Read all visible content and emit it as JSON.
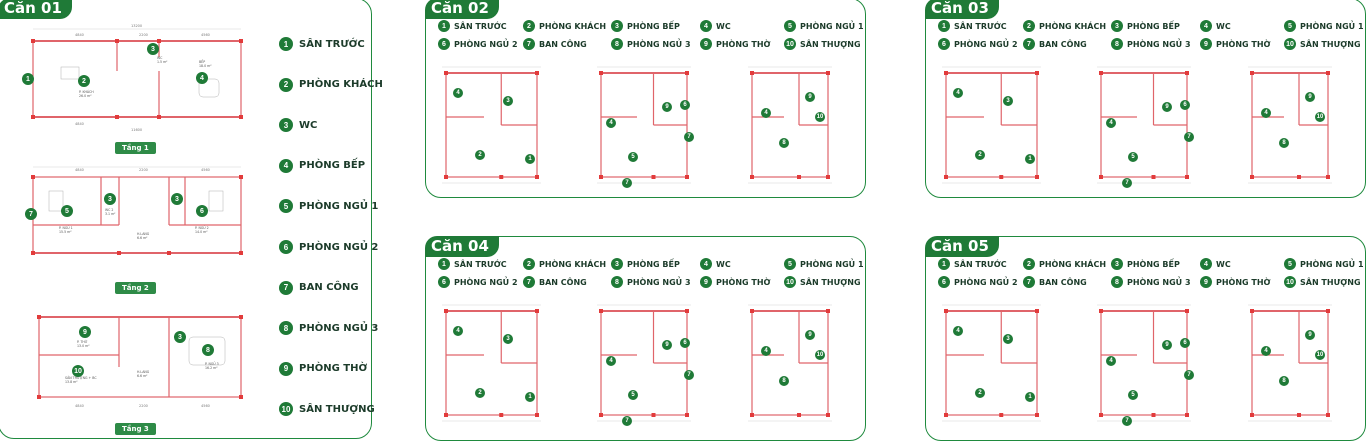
{
  "legend": [
    {
      "num": "1",
      "label": "SÂN TRƯỚC"
    },
    {
      "num": "2",
      "label": "PHÒNG KHÁCH"
    },
    {
      "num": "3",
      "label": "PHÒNG BẾP"
    },
    {
      "num": "4",
      "label": "WC"
    },
    {
      "num": "5",
      "label": "PHÒNG NGỦ 1"
    },
    {
      "num": "6",
      "label": "PHÒNG NGỦ 2"
    },
    {
      "num": "7",
      "label": "BAN CÔNG"
    },
    {
      "num": "8",
      "label": "PHÒNG NGỦ 3"
    },
    {
      "num": "9",
      "label": "PHÒNG THỜ"
    },
    {
      "num": "10",
      "label": "SÂN THƯỢNG"
    }
  ],
  "can01": {
    "title": "Căn 01",
    "legend": [
      {
        "num": "1",
        "label": "SÂN TRƯỚC"
      },
      {
        "num": "2",
        "label": "PHÒNG KHÁCH"
      },
      {
        "num": "3",
        "label": "WC"
      },
      {
        "num": "4",
        "label": "PHÒNG BẾP"
      },
      {
        "num": "5",
        "label": "PHÒNG NGỦ 1"
      },
      {
        "num": "6",
        "label": "PHÒNG NGỦ 2"
      },
      {
        "num": "7",
        "label": "BAN CÔNG"
      },
      {
        "num": "8",
        "label": "PHÒNG NGỦ 3"
      },
      {
        "num": "9",
        "label": "PHÒNG THỜ"
      },
      {
        "num": "10",
        "label": "SÂN THƯỢNG"
      }
    ],
    "floors": [
      "Tầng 1",
      "Tầng 2",
      "Tầng 3"
    ],
    "dims": {
      "f1_top": "13200",
      "f1_bottom": "11600",
      "f1_seg1": "4840",
      "f1_seg2": "2200",
      "f1_seg3": "4560",
      "f2_seg1": "4840",
      "f2_seg2": "2200",
      "f2_seg3": "4560",
      "f3_seg1": "4840",
      "f3_seg2": "2200",
      "f3_seg3": "4560"
    },
    "rooms": {
      "f1_khach": "P. KHÁCH",
      "f1_khach_area": "26.0 m²",
      "f1_bep": "BẾP",
      "f1_bep_area": "18.0 m²",
      "f1_wc": "WC",
      "f1_wc_area": "1.5 m²",
      "f2_pn1": "P. NGỦ 1",
      "f2_pn1_area": "15.5 m²",
      "f2_pn2": "P. NGỦ 2",
      "f2_pn2_area": "14.0 m²",
      "f2_wc": "WC 2",
      "f2_wc_area": "3.1 m²",
      "f2_hl": "H.LANG",
      "f2_hl_area": "6.6 m²",
      "f3_tho": "P. THỜ",
      "f3_tho_area": "13.0 m²",
      "f3_pn3": "P. NGỦ 3",
      "f3_pn3_area": "16.2 m²",
      "f3_st": "SÂN THƯỢNG + BC",
      "f3_st_area": "13.8 m²",
      "f3_hl": "H.LANG",
      "f3_hl_area": "6.6 m²"
    }
  },
  "cards": [
    {
      "id": "can02",
      "title": "Căn 02"
    },
    {
      "id": "can03",
      "title": "Căn 03"
    },
    {
      "id": "can04",
      "title": "Căn 04"
    },
    {
      "id": "can05",
      "title": "Căn 05"
    }
  ],
  "colors": {
    "brand_green": "#1f7a37",
    "wall_red": "#e0646a",
    "border_green": "#1f8a3e"
  }
}
